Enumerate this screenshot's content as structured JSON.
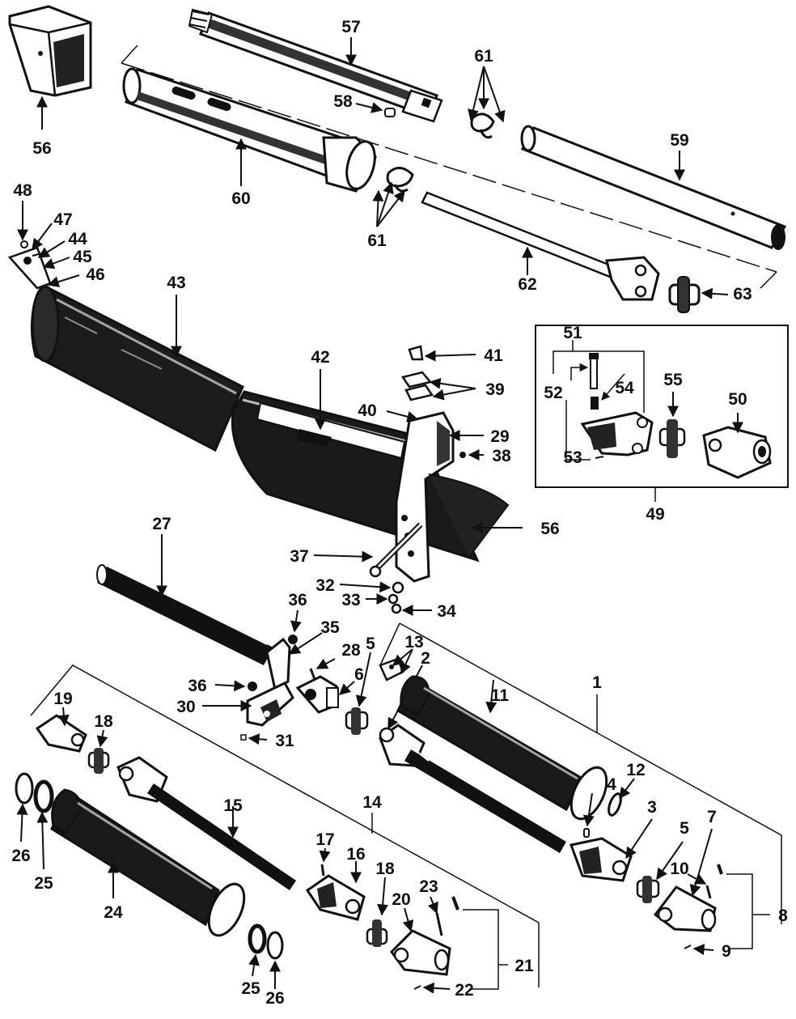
{
  "callouts": {
    "c1": "1",
    "c2": "2",
    "c3": "3",
    "c4": "4",
    "c5a": "5",
    "c5b": "5",
    "c6": "6",
    "c7": "7",
    "c8": "8",
    "c9": "9",
    "c10": "10",
    "c11": "11",
    "c12": "12",
    "c13": "13",
    "c14": "14",
    "c15": "15",
    "c16": "16",
    "c17": "17",
    "c18a": "18",
    "c18b": "18",
    "c19": "19",
    "c20": "20",
    "c21": "21",
    "c22": "22",
    "c23": "23",
    "c24": "24",
    "c25a": "25",
    "c25b": "25",
    "c26a": "26",
    "c26b": "26",
    "c27": "27",
    "c28": "28",
    "c29": "29",
    "c30": "30",
    "c31": "31",
    "c32": "32",
    "c33": "33",
    "c34": "34",
    "c35": "35",
    "c36a": "36",
    "c36b": "36",
    "c37": "37",
    "c38": "38",
    "c39": "39",
    "c40": "40",
    "c41": "41",
    "c42": "42",
    "c43": "43",
    "c44": "44",
    "c45": "45",
    "c46": "46",
    "c47": "47",
    "c48": "48",
    "c49": "49",
    "c50": "50",
    "c51": "51",
    "c52": "52",
    "c53": "53",
    "c54": "54",
    "c55": "55",
    "c56a": "56",
    "c56b": "56",
    "c57": "57",
    "c58": "58",
    "c59": "59",
    "c60": "60",
    "c61a": "61",
    "c61b": "61",
    "c62": "62",
    "c63": "63"
  },
  "colors": {
    "ink": "#111111",
    "paper": "#ffffff",
    "shade": "#2a2a2a"
  }
}
